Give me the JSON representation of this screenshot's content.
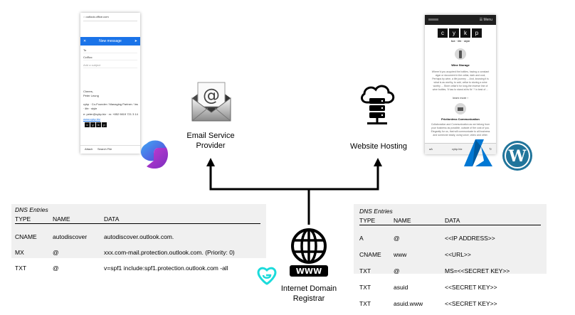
{
  "left_phone": {
    "url": "outlook.office.com",
    "header_title": "New message",
    "to_label": "To",
    "cc_label": "Cc/Bcc",
    "subject_placeholder": "Add a subject",
    "sig_greeting": "Cheers,",
    "sig_name": "Peter Leung",
    "sig_title": "cykp · Co-Founder / Managing Partner / Ins · life · style",
    "sig_email": "e: peter@cykp.biz · m: +852 9819 721 3 14",
    "sig_link": "www.cykp.biz",
    "sig_logo_letters": [
      "c",
      "y",
      "k",
      "p"
    ],
    "bottom_left": "Attach",
    "bottom_right": "Search File"
  },
  "right_phone": {
    "menu_label": "Menu",
    "logo_letters": [
      "c",
      "y",
      "k",
      "p"
    ],
    "tagline": "live · life · style",
    "section1_title": "Wine Storage",
    "section1_body": "Where'd you acquired the bottles, having a constant cigar or document in the cellar, dark and cool, Perhaps by wine, a life journey ... And, knowing it is what is as worthy, to add, cellar to storing a wine worthy ... Store cellar'd for long-the inverse line of wine bottles, 'it has to stand at its fix' ? in best of ...",
    "section1_link": "learn more ›",
    "section2_title": "Frictionless Communication",
    "section2_body": "Collaboration and Communication as we belong from your business as possible, outside of the cost of you. Elegantly for us, that will communicate to all business and someone easily, using voice, video and other.",
    "bottom_left": "aA",
    "bottom_url": "cykp.biz"
  },
  "labels": {
    "email_provider": "Email Service Provider",
    "website_hosting": "Website Hosting",
    "registrar": "Internet Domain Registrar",
    "www_text": "WWW"
  },
  "dns_left": {
    "title": "DNS Entries",
    "headers": [
      "TYPE",
      "NAME",
      "DATA"
    ],
    "rows": [
      [
        "CNAME",
        "autodiscover",
        "autodiscover.outlook.com."
      ],
      [
        "MX",
        "@",
        "xxx.com-mail.protection.outlook.com. (Priority: 0)"
      ],
      [
        "TXT",
        "@",
        "v=spf1 include:spf1.protection.outlook.com -all"
      ]
    ]
  },
  "dns_right": {
    "title": "DNS Entries",
    "headers": [
      "TYPE",
      "NAME",
      "DATA"
    ],
    "rows": [
      [
        "A",
        "@",
        "<<IP ADDRESS>>"
      ],
      [
        "CNAME",
        "www",
        "<<URL>>"
      ],
      [
        "TXT",
        "@",
        "MS=<<SECRET KEY>>"
      ],
      [
        "TXT",
        "asuid",
        "<<SECRET KEY>>"
      ],
      [
        "TXT",
        "asuid.www",
        "<<SECRET KEY>>"
      ]
    ]
  },
  "colors": {
    "outlook_blue": "#1a73e8",
    "azure_blue": "#0078d4",
    "wordpress_blue": "#21759b",
    "godaddy_teal": "#1bdbdb",
    "m365_purple": "#7b2fbf",
    "dns_bg": "#f0f0f0"
  },
  "icons": [
    "email-envelope-icon",
    "cloud-server-icon",
    "globe-www-icon",
    "microsoft-365-icon",
    "azure-icon",
    "wordpress-icon",
    "godaddy-icon"
  ]
}
